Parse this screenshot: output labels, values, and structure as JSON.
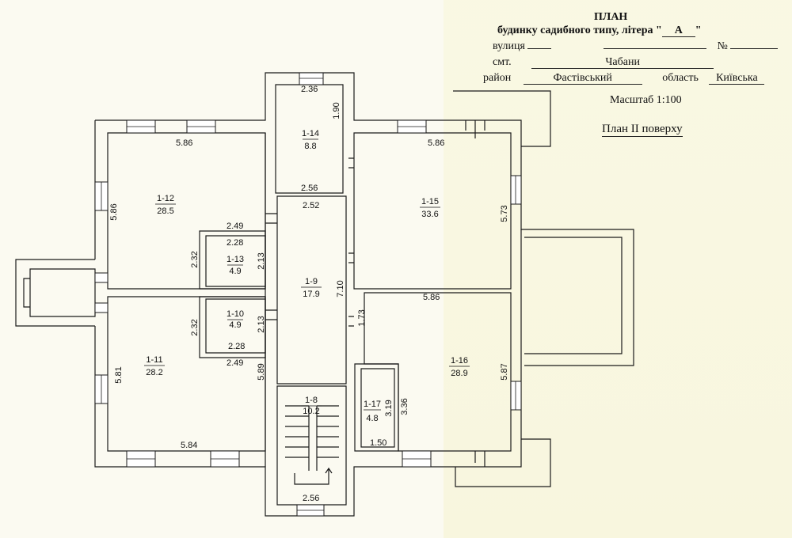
{
  "header": {
    "title": "ПЛАН",
    "subtitle": "будинку садибного типу, літера",
    "litera": "А",
    "street_label": "вулиця",
    "number_label": "№",
    "smt_label": "смт.",
    "smt_value": "Чабани",
    "district_label": "район",
    "district_value": "Фастівський",
    "oblast_label": "область",
    "oblast_value": "Київська",
    "scale": "Масштаб 1:100",
    "floor": "План II поверху"
  },
  "rooms": {
    "r12": {
      "id": "1-12",
      "area": "28.5"
    },
    "r13": {
      "id": "1-13",
      "area": "4.9"
    },
    "r14": {
      "id": "1-14",
      "area": "8.8"
    },
    "r9": {
      "id": "1-9",
      "area": "17.9"
    },
    "r10": {
      "id": "1-10",
      "area": "4.9"
    },
    "r11": {
      "id": "1-11",
      "area": "28.2"
    },
    "r8": {
      "id": "1-8",
      "area": "10.2"
    },
    "r15": {
      "id": "1-15",
      "area": "33.6"
    },
    "r16": {
      "id": "1-16",
      "area": "28.9"
    },
    "r17": {
      "id": "1-17",
      "area": "4.8"
    }
  },
  "dims": {
    "d14_top": "2.36",
    "d14_side": "1.90",
    "d14_bottom": "2.56",
    "d12_top": "5.86",
    "d12_left": "5.86",
    "d12_bottom": "2.49",
    "d13_top": "2.28",
    "d13_left": "2.32",
    "d13_right": "2.13",
    "d9_top": "2.52",
    "d9_right": "7.10",
    "d10_left": "2.32",
    "d10_right": "2.13",
    "d10_bottom": "2.28",
    "d10_bottom2": "2.49",
    "d11_left": "5.81",
    "d11_right": "5.89",
    "d11_bottom": "5.84",
    "d15_top": "5.86",
    "d15_right": "5.73",
    "d16_top": "5.86",
    "d16_left": "1.73",
    "d16_right": "5.87",
    "d16_inner": "3.36",
    "d17_side": "3.19",
    "d17_bottom": "1.50",
    "d8_bottom": "2.56"
  }
}
